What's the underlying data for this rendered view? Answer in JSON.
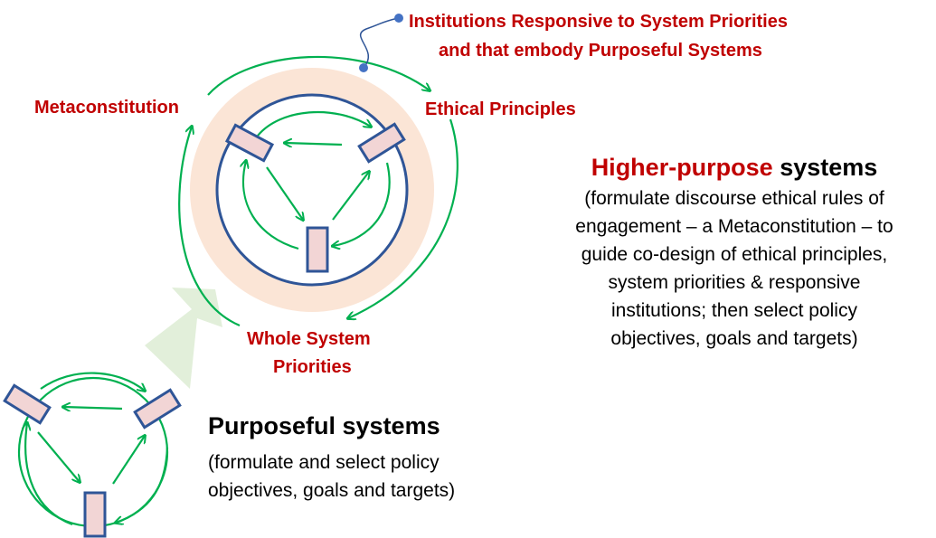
{
  "labels": {
    "institutions_line1": "Institutions Responsive to System Priorities",
    "institutions_line2": "and that embody Purposeful Systems",
    "metaconstitution": "Metaconstitution",
    "ethical_principles": "Ethical Principles",
    "whole_system_line1": "Whole System",
    "whole_system_line2": "Priorities"
  },
  "higher_purpose": {
    "title_red": "Higher-purpose",
    "title_black": " systems",
    "desc_lines": [
      "(formulate discourse ethical rules of",
      "engagement – a Metaconstitution – to",
      "guide co-design of ethical principles,",
      "system priorities & responsive",
      "institutions; then select policy",
      "objectives, goals and targets)"
    ]
  },
  "purposeful": {
    "title": "Purposeful systems",
    "desc_lines": [
      "(formulate and select policy",
      "objectives, goals and targets)"
    ]
  },
  "colors": {
    "red_text": "#c00000",
    "green_arrow": "#00b050",
    "box_fill": "#f2d5d5",
    "box_stroke": "#2f5597",
    "ring_fill": "#fbe5d6",
    "big_arrow": "#e2efda"
  }
}
